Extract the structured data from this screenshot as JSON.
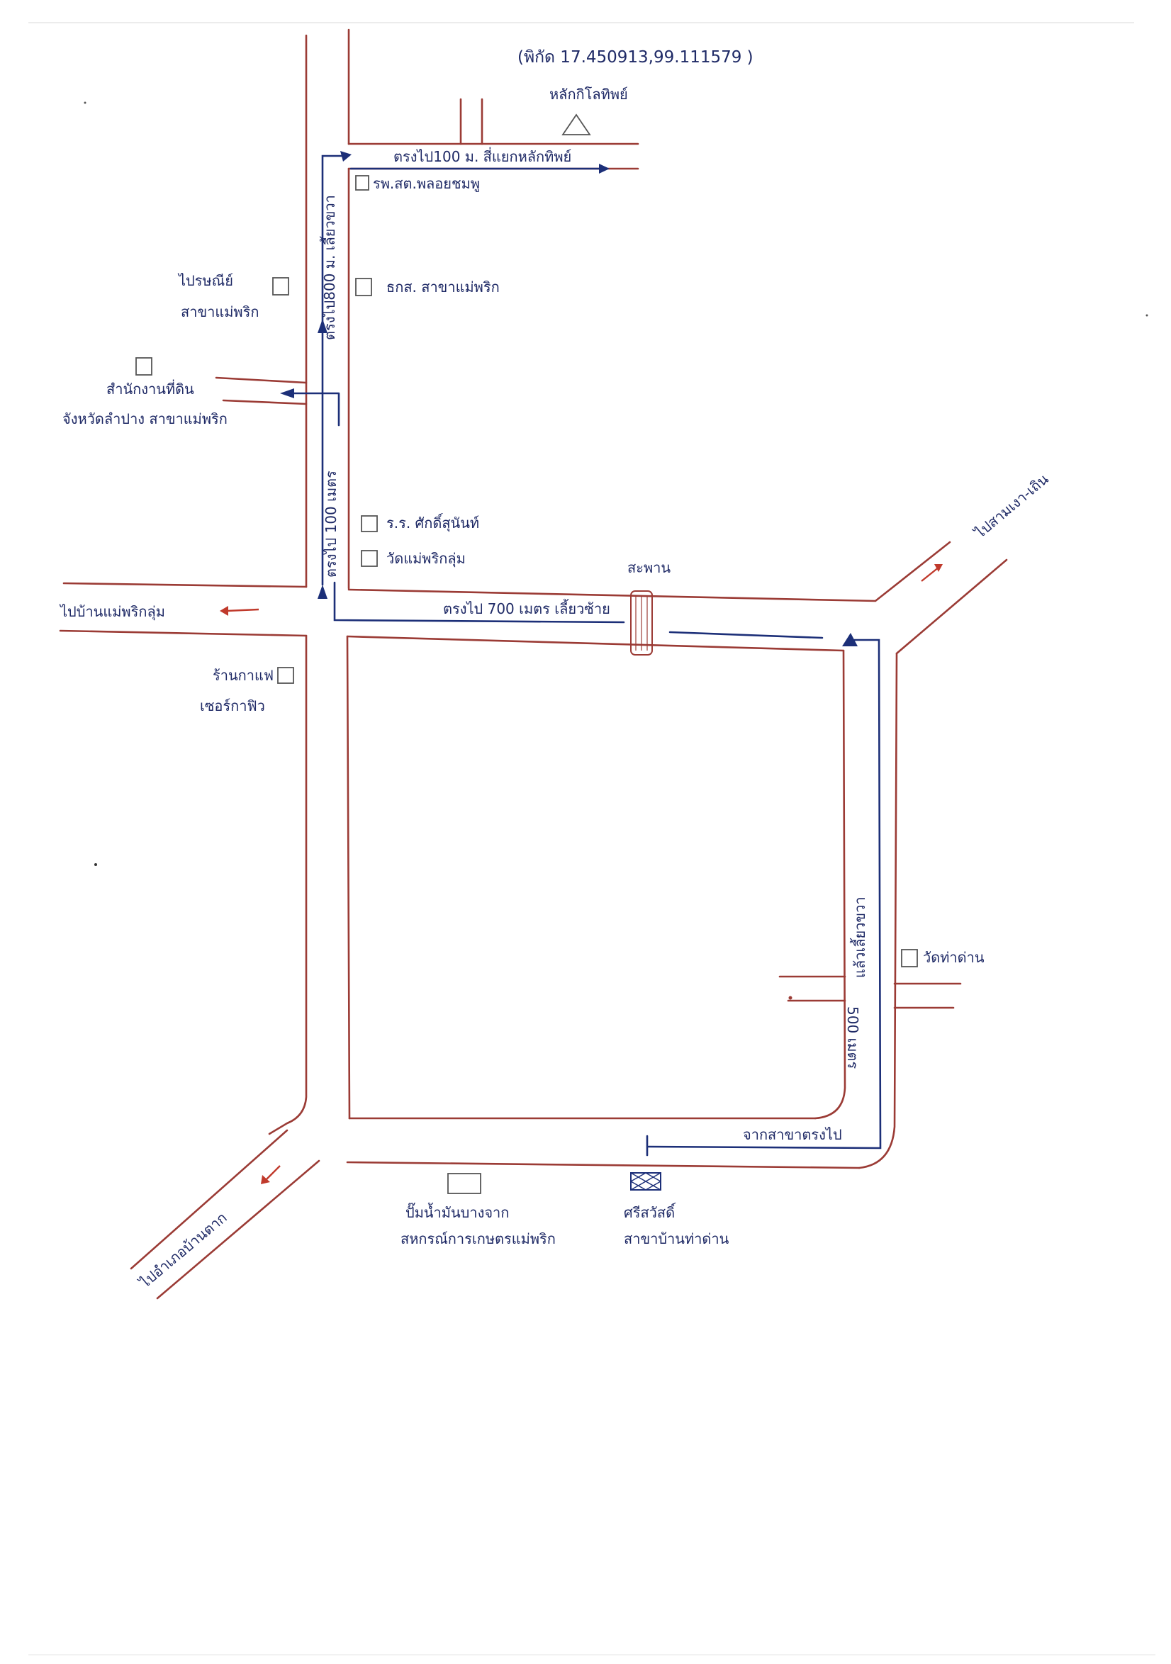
{
  "map": {
    "coordinates": "(พิกัด 17.450913,99.111579 )",
    "landmark_triangle": "หลักกิโลทิพย์",
    "route_labels": {
      "top_right": "ตรงไป100 ม. สี่แยกหลักทิพย์",
      "north_up": "ตรงไป800 ม. เลี้ยวขวา",
      "north_low": "ตรงไป 100 เมตร",
      "east_west": "ตรงไป 700 เมตร เลี้ยวซ้าย",
      "east_up": "แล้วเลี้ยวขวา",
      "east_low": "500 เมตร",
      "from_branch": "จากสาขาตรงไป",
      "bridge": "สะพาน"
    },
    "places": {
      "school": "รพ.สต.พลอยชมพู",
      "bank": "ธกส. สาขาแม่พริก",
      "post": "ไปรษณีย์ สาขาแม่พริก",
      "land_office_1": "สำนักงานที่ดิน",
      "land_office_2": "จังหวัดลำปาง สาขาแม่พริก",
      "hospital": "ร.ร. ศักดิ์สุนันท์",
      "temple_1": "วัดแม่พริกลุ่ม",
      "cafe_1": "ร้านกาแฟ",
      "cafe_2": "เซอร์กาฟิว",
      "to_west": "ไปบ้านแม่พริกลุ่ม",
      "to_ne": "ไปสามเงา-เถิน",
      "temple_2": "วัดท่าด่าน",
      "fuel_1": "ปั๊มน้ำมันบางจาก",
      "fuel_2": "สหกรณ์การเกษตรแม่พริก",
      "branch_1": "ศรีสวัสดิ์",
      "branch_2": "สาขาบ้านท่าด่าน",
      "to_sw": "ไปอำเภอบ้านตาก"
    },
    "colors": {
      "road": "#9b3b35",
      "route": "#1c2f78",
      "ink": "#1f2a66",
      "arrow_red": "#c0392b"
    }
  }
}
